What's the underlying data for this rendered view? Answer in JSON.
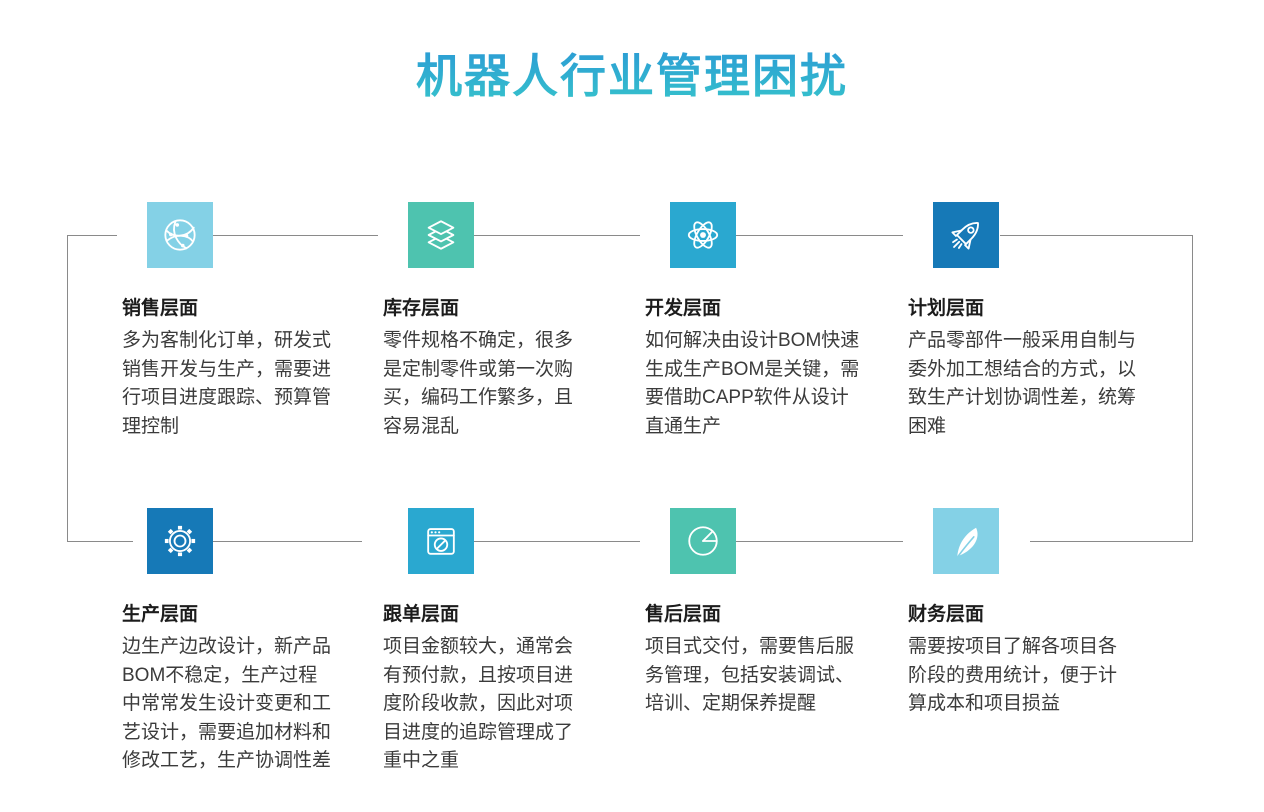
{
  "header": {
    "title": "机器人行业管理困扰",
    "gradient_top_color": "#2a96d6",
    "gradient_bottom_color": "#36c4cb"
  },
  "connector_color": "#8a8a8a",
  "sections": [
    {
      "id": "sales",
      "title": "销售层面",
      "description": "多为客制化订单，研发式销售开发与生产，需要进行项目进度跟踪、预算管理控制",
      "icon": "globe-network-icon",
      "color": "#84d1e6"
    },
    {
      "id": "inventory",
      "title": "库存层面",
      "description": "零件规格不确定，很多是定制零件或第一次购买，编码工作繁多，且容易混乱",
      "icon": "layers-icon",
      "color": "#4ec3af"
    },
    {
      "id": "development",
      "title": "开发层面",
      "description": "如何解决由设计BOM快速生成生产BOM是关键，需要借助CAPP软件从设计直通生产",
      "icon": "atom-icon",
      "color": "#2aa8d0"
    },
    {
      "id": "planning",
      "title": "计划层面",
      "description": "产品零部件一般采用自制与委外加工想结合的方式，以致生产计划协调性差，统筹困难",
      "icon": "rocket-icon",
      "color": "#1679b7"
    },
    {
      "id": "production",
      "title": "生产层面",
      "description": "边生产边改设计，新产品BOM不稳定，生产过程中常常发生设计变更和工艺设计，需要追加材料和修改工艺，生产协调性差",
      "icon": "gear-icon",
      "color": "#1679b7"
    },
    {
      "id": "order-tracking",
      "title": "跟单层面",
      "description": "项目金额较大，通常会有预付款，且按项目进度阶段收款，因此对项目进度的追踪管理成了重中之重",
      "icon": "browser-compass-icon",
      "color": "#2aa8d0"
    },
    {
      "id": "after-sales",
      "title": "售后层面",
      "description": "项目式交付，需要售后服务管理，包括安装调试、培训、定期保养提醒",
      "icon": "pie-chart-icon",
      "color": "#4ec3af"
    },
    {
      "id": "finance",
      "title": "财务层面",
      "description": "需要按项目了解各项目各阶段的费用统计，便于计算成本和项目损益",
      "icon": "feather-icon",
      "color": "#84d1e6"
    }
  ]
}
